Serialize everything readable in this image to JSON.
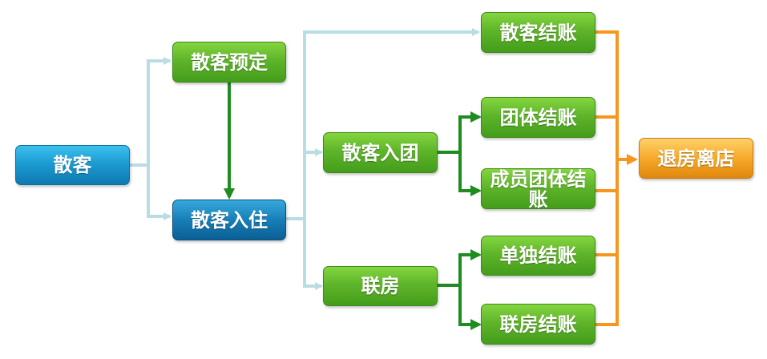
{
  "nodes": {
    "guest": "散客",
    "reservation": "散客预定",
    "checkin": "散客入住",
    "checkout": "散客结账",
    "join_group": "散客入团",
    "group_checkout": "团体结账",
    "member_group_checkout": "成员团体结账",
    "connected_room": "联房",
    "single_checkout": "单独结账",
    "connected_checkout": "联房结账",
    "leave": "退房离店"
  },
  "colors": {
    "light_arrow": "#b8dde2",
    "dark_green_arrow": "#1f8c1f",
    "orange_line": "#f7961e"
  }
}
